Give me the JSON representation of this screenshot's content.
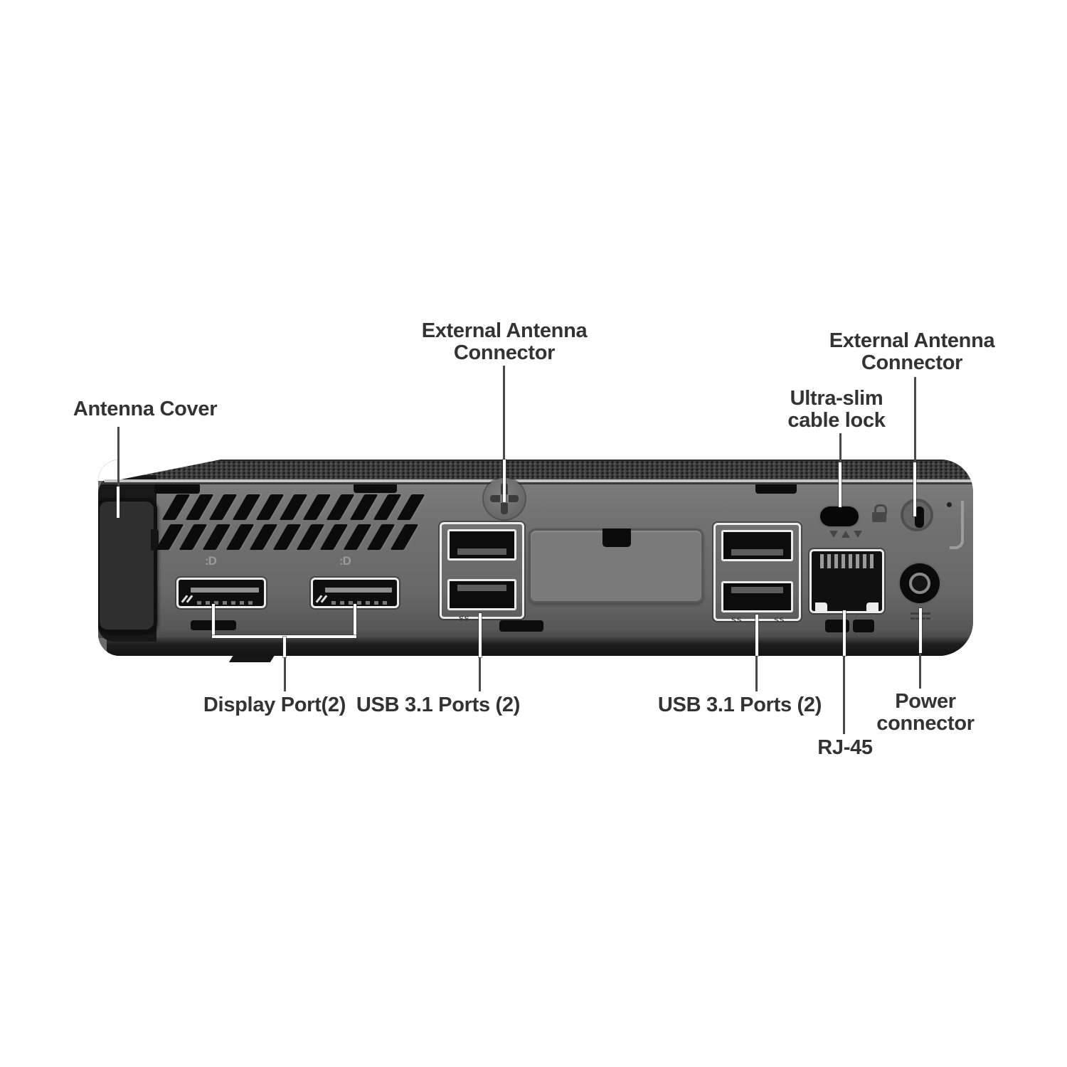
{
  "diagram": {
    "subject": "Mini desktop PC rear panel port diagram",
    "labels": {
      "antenna_cover": "Antenna Cover",
      "external_antenna_top_line1": "External Antenna",
      "external_antenna_top_line2": "Connector",
      "external_antenna_right_line1": "External Antenna",
      "external_antenna_right_line2": "Connector",
      "cable_lock_line1": "Ultra-slim",
      "cable_lock_line2": "cable lock",
      "display_port": "Display Port(2)",
      "usb_ports_left": "USB 3.1 Ports (2)",
      "usb_ports_right": "USB 3.1 Ports (2)",
      "rj45": "RJ-45",
      "power_line1": "Power",
      "power_line2": "connector"
    },
    "port_markings": {
      "displayport_logo": ":D",
      "usb_superspeed_left": "SS",
      "usb_superspeed_right_a": "SS",
      "usb_superspeed_right_b": "SS"
    },
    "colors": {
      "panel_gray": "#6c6c6c",
      "mesh_dark": "#404040",
      "chassis_dark": "#181818",
      "port_outline_white": "#ececec",
      "label_text": "#333333",
      "pointer_line_dark": "#4a4a4a",
      "pointer_line_light": "#fafafa"
    }
  }
}
